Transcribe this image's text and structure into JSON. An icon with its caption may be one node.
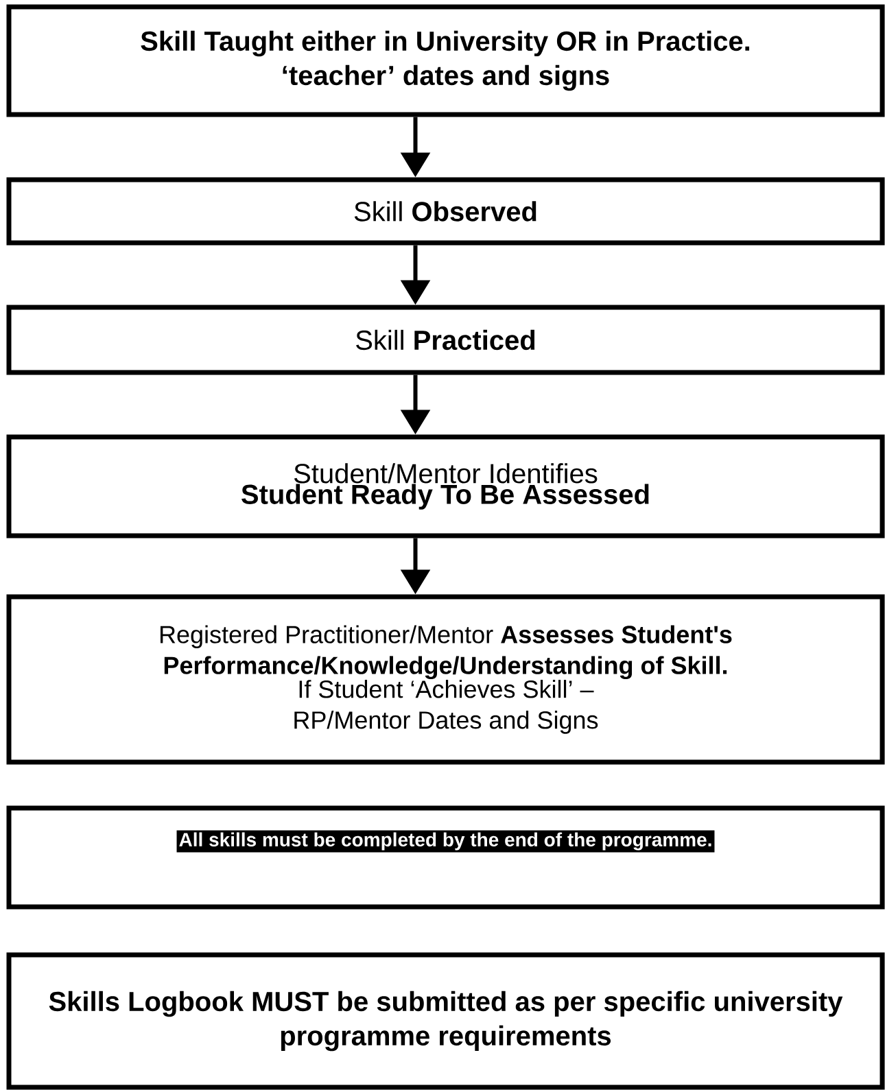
{
  "diagram": {
    "nodes": [
      {
        "text": [
          "Skill Taught either in University OR in Practice. ‘teacher’ dates and signs"
        ]
      },
      {
        "text": [
          "Skill **Observed**"
        ]
      },
      {
        "text": [
          "Skill **Practiced**"
        ]
      },
      {
        "text": [
          "Student/Mentor Identifies",
          "Student Ready To Be Assessed"
        ]
      },
      {
        "text": [
          "Registered Practitioner/Mentor **Assesses Student's Performance/Knowledge/Understanding of Skill.**",
          "If Student ‘Achieves Skill’ – RP/Mentor Dates and Signs"
        ]
      },
      {
        "text": [
          "All skills must be completed by the end of the programme."
        ]
      },
      {
        "text": [
          "Skills Logbook MUST be submitted as per specific university programme requirements"
        ]
      }
    ],
    "edges": [
      {
        "from": 0,
        "to": 1,
        "arrow": "to"
      },
      {
        "from": 1,
        "to": 2,
        "arrow": "to"
      },
      {
        "from": 2,
        "to": 3,
        "arrow": "to"
      },
      {
        "from": 3,
        "to": 4,
        "arrow": "to"
      }
    ]
  }
}
